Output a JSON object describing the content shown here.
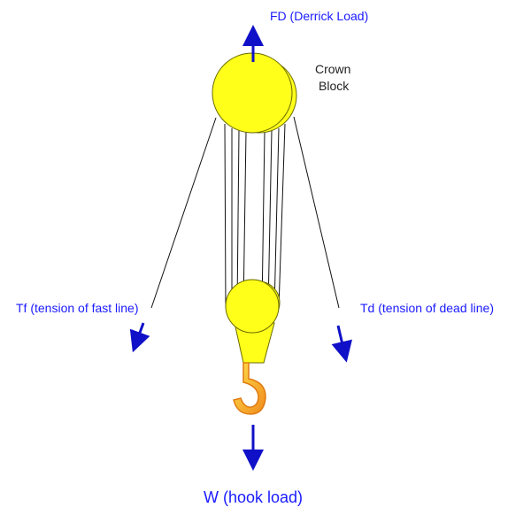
{
  "labels": {
    "derrick_load": "FD (Derrick Load)",
    "crown_block_line1": "Crown",
    "crown_block_line2": "Block",
    "fast_line": "Tf (tension of fast line)",
    "dead_line": "Td (tension of dead line)",
    "hook_load": "W (hook load)"
  },
  "colors": {
    "block_fill": "#ffff1a",
    "block_stroke": "#6b6b00",
    "arrow": "#1010c8",
    "label_text": "#1a1aff",
    "rope": "#111111",
    "hook_outer": "#f5a623",
    "hook_inner": "#ffe14d"
  },
  "icons": {
    "hook": "crane-hook-icon"
  }
}
